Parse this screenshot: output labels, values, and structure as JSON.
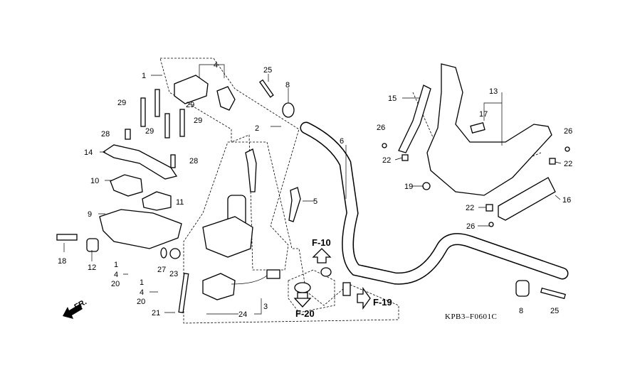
{
  "diagram": {
    "code": "KPB3–F0601C",
    "front_arrow_label": "FR.",
    "references": [
      "F-10",
      "F-20",
      "F-19"
    ],
    "callouts": [
      "1",
      "4",
      "25",
      "8",
      "29",
      "29",
      "29",
      "29",
      "28",
      "2",
      "6",
      "14",
      "28",
      "10",
      "11",
      "5",
      "9",
      "18",
      "12",
      "1",
      "4",
      "20",
      "27",
      "23",
      "1",
      "4",
      "20",
      "21",
      "24",
      "3",
      "15",
      "13",
      "17",
      "26",
      "26",
      "22",
      "22",
      "19",
      "22",
      "16",
      "26",
      "8",
      "25"
    ]
  }
}
